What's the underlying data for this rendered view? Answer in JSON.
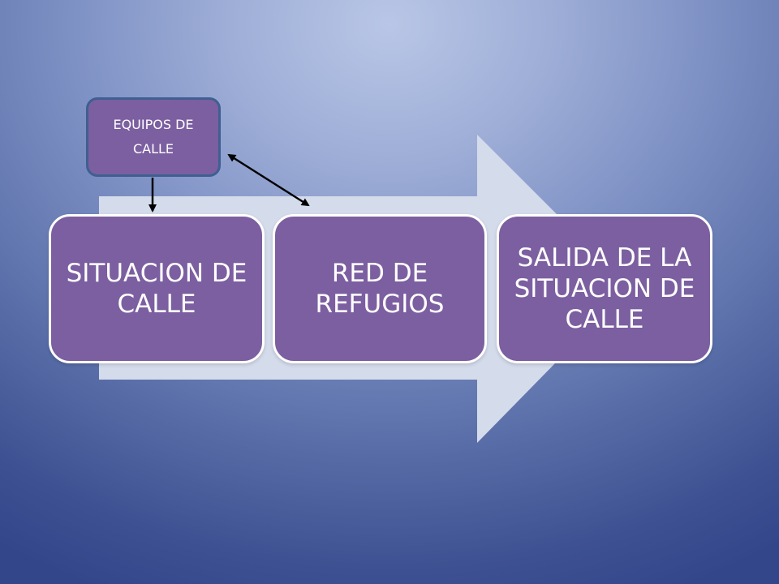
{
  "diagram": {
    "steps": [
      {
        "label": "SITUACION DE CALLE"
      },
      {
        "label": "RED DE REFUGIOS"
      },
      {
        "label": "SALIDA DE LA SITUACION DE CALLE"
      }
    ],
    "callout": {
      "label": "EQUIPOS DE CALLE"
    },
    "connectors": [
      {
        "from": "EQUIPOS DE CALLE",
        "to": "SITUACION DE CALLE",
        "direction": "one-way"
      },
      {
        "from": "EQUIPOS DE CALLE",
        "to": "RED DE REFUGIOS",
        "direction": "two-way"
      }
    ],
    "colors": {
      "node_fill": "#7c5fa0",
      "node_border": "#ffffff",
      "callout_border": "#3f5f92",
      "arrow_fill": "#d4dbeb",
      "connector": "#000000",
      "background_light": "#b9c6e6",
      "background_dark": "#33468a"
    }
  }
}
